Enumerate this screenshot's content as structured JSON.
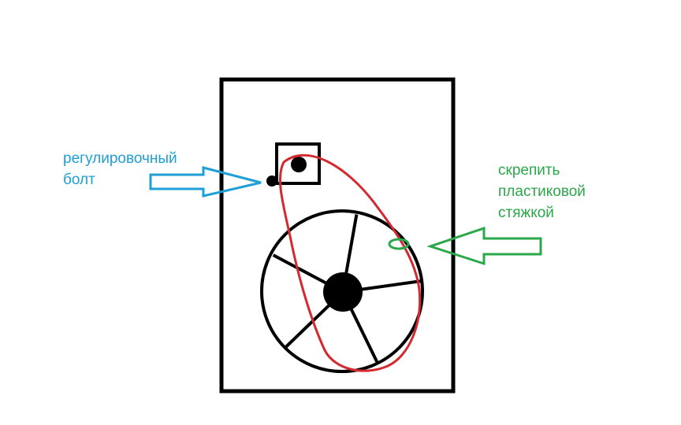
{
  "labels": {
    "adjusting_bolt": {
      "lines": [
        "регулировочный",
        "болт"
      ],
      "color": "#1e9fd6"
    },
    "zip_tie": {
      "lines": [
        "скрепить",
        "пластиковой",
        "стяжкой"
      ],
      "color": "#2aa84a"
    }
  },
  "colors": {
    "outline": "#000000",
    "belt": "#d42a2f",
    "arrow_left": "#1e9fd6",
    "arrow_right": "#2aa84a"
  },
  "wheel": {
    "spoke_count": 5
  }
}
